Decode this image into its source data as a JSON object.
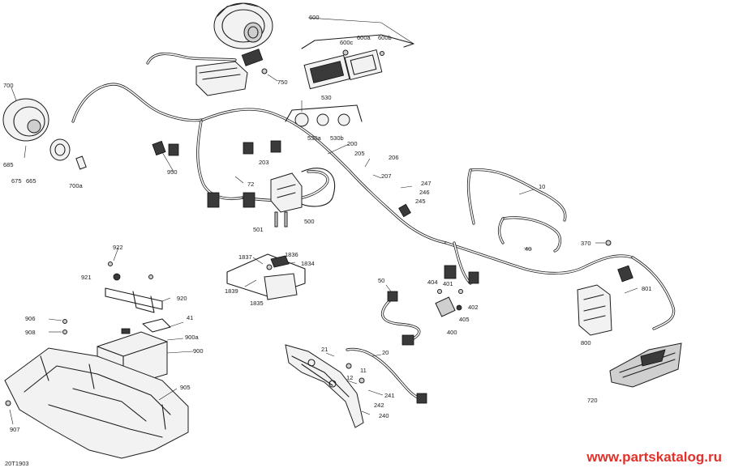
{
  "figure_code": "20T1903",
  "watermark": "www.partskatalog.ru",
  "colors": {
    "line": "#1c1c1c",
    "watermark": "#e0322b"
  },
  "callouts": {
    "c600": "600",
    "c600a": "600a",
    "c600b": "600b",
    "c600c": "600c",
    "c750": "750",
    "c700": "700",
    "c700a": "700a",
    "c685": "685",
    "c675": "675",
    "c665": "665",
    "c950": "950",
    "c530": "530",
    "c530a": "530a",
    "c530b": "530b",
    "c200": "200",
    "c203": "203",
    "c205": "205",
    "c206": "206",
    "c207": "207",
    "c247": "247",
    "c246": "246",
    "c245": "245",
    "c72": "72",
    "c500": "500",
    "c501": "501",
    "c10": "10",
    "c40": "40",
    "c370": "370",
    "c801": "801",
    "c800": "800",
    "c720": "720",
    "c922": "922",
    "c921": "921",
    "c920": "920",
    "c41": "41",
    "c900a": "900a",
    "c900": "900",
    "c906": "906",
    "c908": "908",
    "c905": "905",
    "c907": "907",
    "c1837": "1837",
    "c1836": "1836",
    "c1834": "1834",
    "c1839": "1839",
    "c1835": "1835",
    "c50": "50",
    "c404": "404",
    "c401": "401",
    "c402": "402",
    "c405": "405",
    "c400": "400",
    "c21": "21",
    "c20": "20",
    "c11": "11",
    "c12": "12",
    "c241": "241",
    "c242": "242",
    "c240": "240"
  }
}
